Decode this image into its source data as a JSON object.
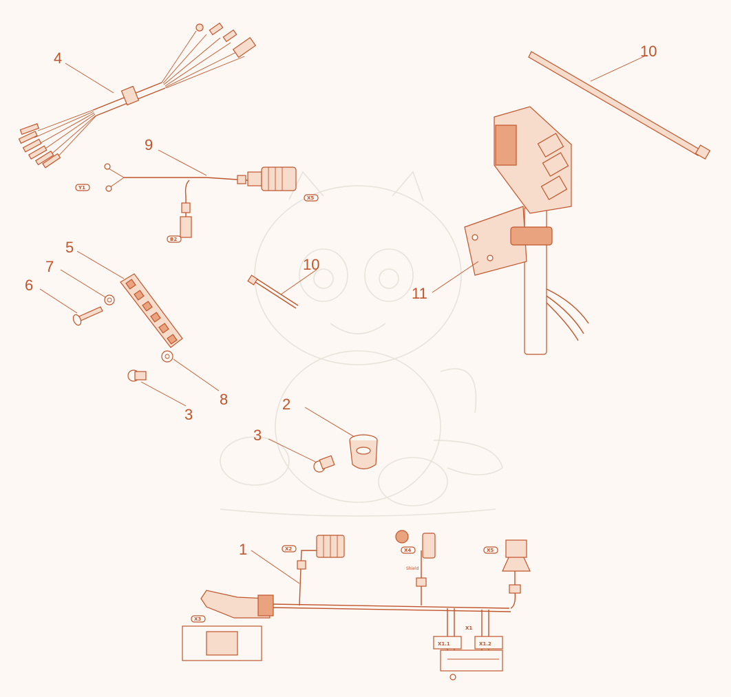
{
  "colors": {
    "line": "#c0542a",
    "fill": "#f7dccb",
    "fill_dark": "#e9a47f",
    "background": "#fdf8f4",
    "watermark": "#e8e2dc"
  },
  "callouts": {
    "c1": "1",
    "c2": "2",
    "c3a": "3",
    "c3b": "3",
    "c4": "4",
    "c5": "5",
    "c6": "6",
    "c7": "7",
    "c8": "8",
    "c9": "9",
    "c10a": "10",
    "c10b": "10",
    "c11": "11"
  },
  "connector_tags": {
    "y1": "Y1",
    "x5_top": "X5",
    "b2": "B2",
    "x2": "X2",
    "x4": "X4",
    "x5_bottom": "X5",
    "x3": "X3",
    "x1_1": "X1.1",
    "x1_2": "X1.2",
    "x1": "X1",
    "shield": "Shield"
  }
}
